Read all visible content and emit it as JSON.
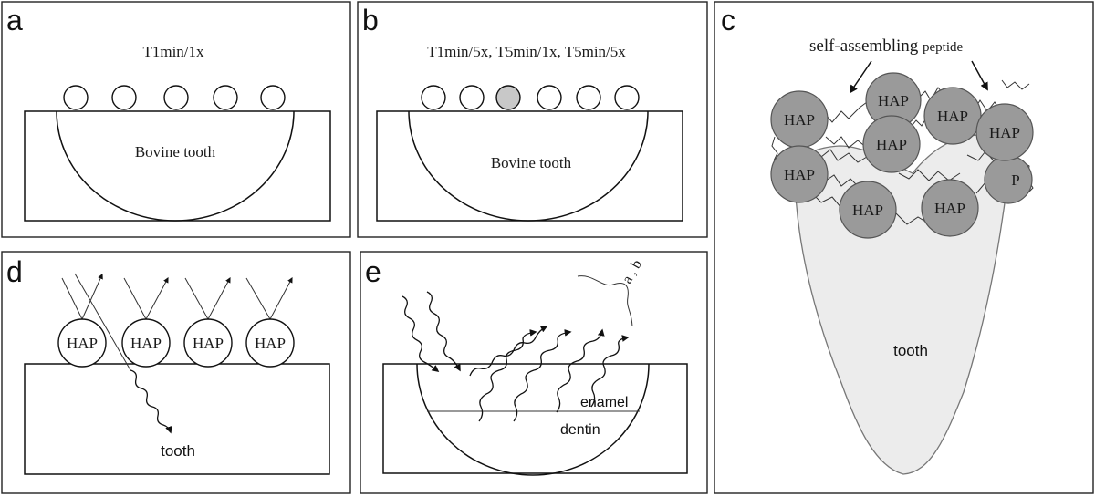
{
  "panels": {
    "a": {
      "letter": "a",
      "caption": "T1min/1x",
      "substrate_label": "Bovine tooth"
    },
    "b": {
      "letter": "b",
      "caption": "T1min/5x, T5min/1x, T5min/5x",
      "substrate_label": "Bovine tooth"
    },
    "c": {
      "letter": "c",
      "annotation_main": "self-assembling",
      "annotation_sub": "peptide",
      "particle_label": "HAP",
      "clipped_particle_label": "P",
      "substrate_label": "tooth"
    },
    "d": {
      "letter": "d",
      "particle_label": "HAP",
      "substrate_label": "tooth"
    },
    "e": {
      "letter": "e",
      "enamel_label": "enamel",
      "dentin_label": "dentin",
      "callout_label": "a , b"
    }
  },
  "colors": {
    "hap_fill": "#9a9a9a",
    "highlight_bead": "#c8c8c8",
    "tooth_fill": "#ececec"
  }
}
